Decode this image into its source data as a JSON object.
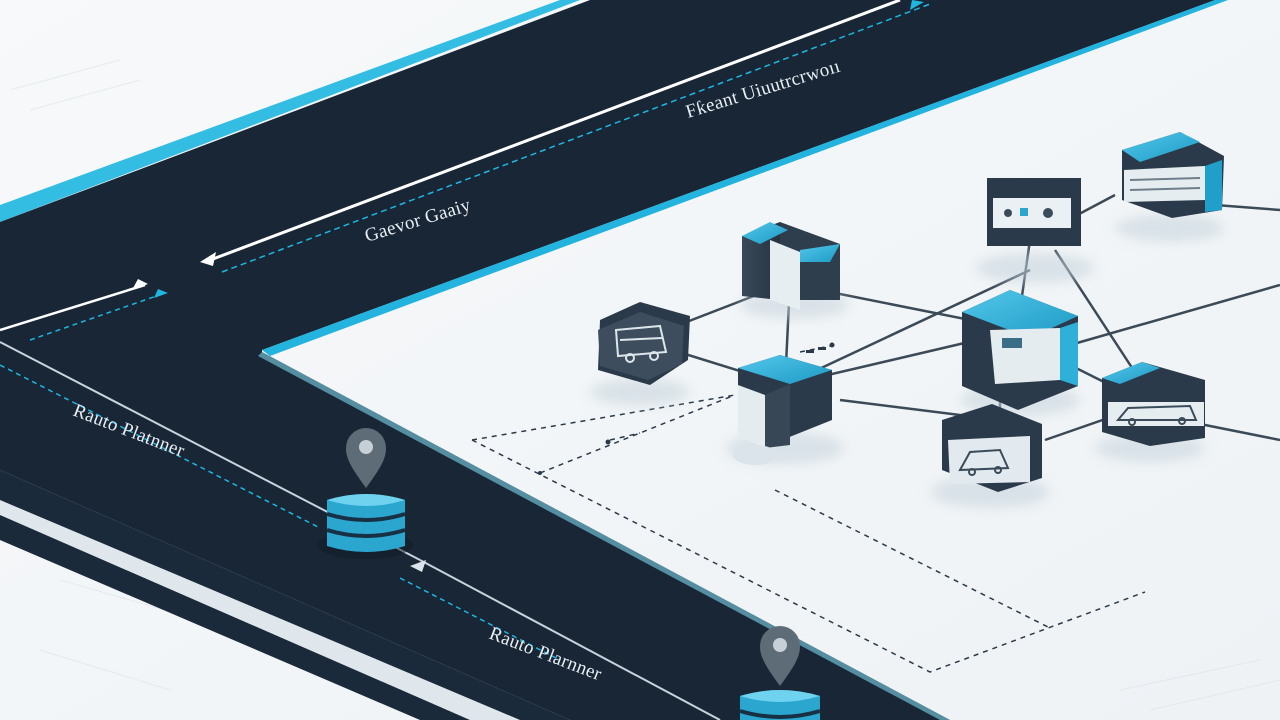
{
  "labels": {
    "top_right": "Fƙeant Uiuutrcrwoıı",
    "top_mid": "Gaevor Gaaiy",
    "left_upper": "Rauto Platnner",
    "left_lower": "Rauto Plarnner"
  },
  "colors": {
    "road": "#182636",
    "accent_cyan": "#1fb6e0",
    "node_dark": "#2b3a4a",
    "node_cyan": "#3bb3d9",
    "background": "#f3f6f8",
    "platform": "#fbfcfd"
  },
  "icons": {
    "location_pin": "map-pin-icon",
    "storage_stack": "database-stack-icon",
    "node_box": "server-block-icon"
  }
}
